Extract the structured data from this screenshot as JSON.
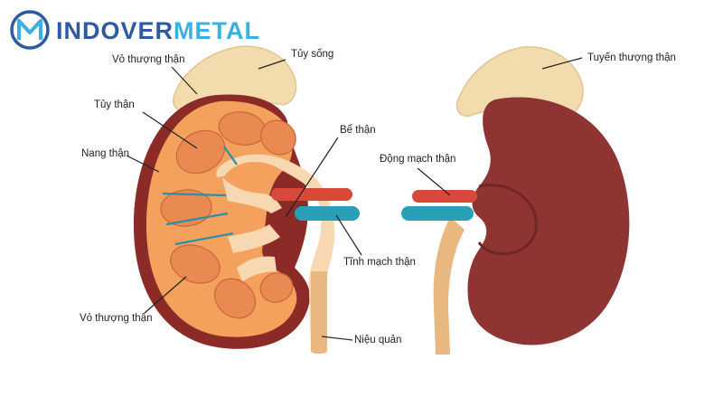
{
  "brand": {
    "logo_part1": "INDOVER",
    "logo_part2": "METAL",
    "logo_icon": "m-circle-logo-icon",
    "colors": {
      "primary": "#2d5aa0",
      "accent": "#3ab0e0"
    }
  },
  "labels": {
    "vo_thuong_than_top": "Vỏ thượng thận",
    "tuy_song": "Tủy sống",
    "tuy_than": "Tủy thận",
    "nang_than": "Nang thận",
    "be_than": "Bể thận",
    "dong_mach_than": "Động mạch thận",
    "tinh_mach_than": "Tĩnh mạch thận",
    "vo_thuong_than_bottom": "Vỏ thượng thận",
    "nieu_quan": "Niệu quản",
    "tuyen_thuong_than": "Tuyến thượng thận"
  },
  "colors": {
    "adrenal": "#f2dcae",
    "capsule": "#8b2a27",
    "cortex": "#f4a15e",
    "medulla_pyramid": "#e98a52",
    "pelvis": "#f8d8b0",
    "artery": "#d8493a",
    "vein": "#2aa0b8",
    "ureter": "#e8b880",
    "kidney_exterior": "#8e3533"
  }
}
